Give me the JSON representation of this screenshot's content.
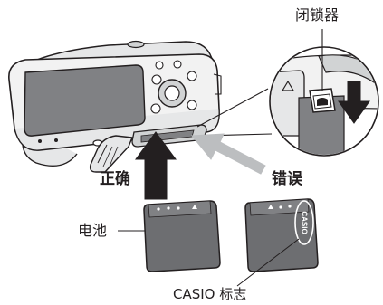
{
  "labels": {
    "latch": "闭锁器",
    "correct": "正确",
    "wrong": "错误",
    "battery": "电池",
    "casio_mark": "CASIO 标志"
  },
  "battery_logo_text": "CASIO",
  "colors": {
    "line": "#231f20",
    "body": "#f2f2f2",
    "screen": "#808184",
    "battery": "#6d6e71",
    "correct_arrow": "#231f20",
    "wrong_arrow": "#bcbec0"
  }
}
